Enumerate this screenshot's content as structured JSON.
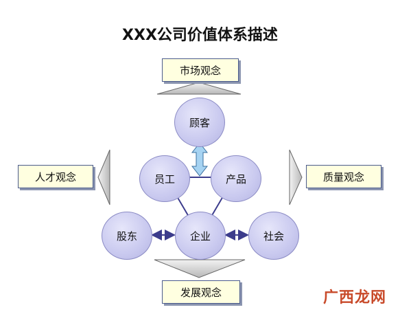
{
  "title": "XXX公司价值体系描述",
  "boxes": {
    "top": "市场观念",
    "left": "人才观念",
    "right": "质量观念",
    "bottom": "发展观念"
  },
  "circles": {
    "customer": "顾客",
    "employee": "员工",
    "product": "产品",
    "shareholder": "股东",
    "enterprise": "企业",
    "society": "社会"
  },
  "watermark": "广西龙网",
  "colors": {
    "box_fill": "#ffffe0",
    "box_border": "#4a5a8c",
    "circle_fill": "#c9c9ef",
    "triangle_fill": "#d9d9d9",
    "arrow_fill": "#a6d3f2",
    "connector": "#3c3c8c"
  }
}
